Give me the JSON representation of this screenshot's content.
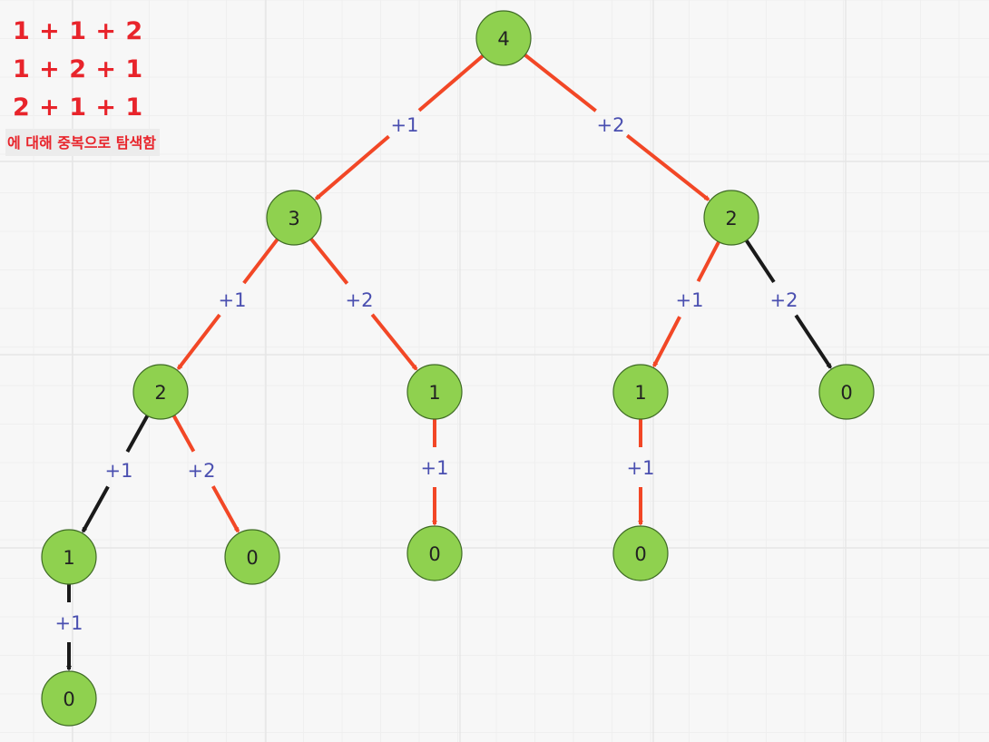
{
  "notes": {
    "combos": [
      "1 + 1 + 2",
      "1 + 2 + 1",
      "2 + 1 + 1"
    ],
    "caption": "에 대해 중복으로 탐색함"
  },
  "colors": {
    "background": "#f7f7f7",
    "grid": "#e6e6e6",
    "node_fill": "#8fd14f",
    "node_stroke": "#3f6b25",
    "edge_highlight": "#f24726",
    "edge_normal": "#1a1a1a",
    "edge_label": "#4a4fb0",
    "note_text": "#e8242b"
  },
  "tree": {
    "nodes": [
      {
        "id": "n4",
        "label": "4"
      },
      {
        "id": "n3",
        "label": "3"
      },
      {
        "id": "n2r",
        "label": "2"
      },
      {
        "id": "n2l",
        "label": "2"
      },
      {
        "id": "n1a",
        "label": "1"
      },
      {
        "id": "n1b",
        "label": "1"
      },
      {
        "id": "n0a",
        "label": "0"
      },
      {
        "id": "n1c",
        "label": "1"
      },
      {
        "id": "n0b",
        "label": "0"
      },
      {
        "id": "n0c",
        "label": "0"
      },
      {
        "id": "n0d",
        "label": "0"
      },
      {
        "id": "n0e",
        "label": "0"
      },
      {
        "id": "n0f",
        "label": "0"
      }
    ],
    "edges": [
      {
        "from": "n4",
        "to": "n3",
        "label": "+1",
        "highlight": true
      },
      {
        "from": "n4",
        "to": "n2r",
        "label": "+2",
        "highlight": true
      },
      {
        "from": "n3",
        "to": "n2l",
        "label": "+1",
        "highlight": true
      },
      {
        "from": "n3",
        "to": "n1a",
        "label": "+2",
        "highlight": true
      },
      {
        "from": "n2r",
        "to": "n1b",
        "label": "+1",
        "highlight": true
      },
      {
        "from": "n2r",
        "to": "n0a",
        "label": "+2",
        "highlight": false
      },
      {
        "from": "n2l",
        "to": "n1c",
        "label": "+1",
        "highlight": false
      },
      {
        "from": "n2l",
        "to": "n0b",
        "label": "+2",
        "highlight": true
      },
      {
        "from": "n1a",
        "to": "n0c",
        "label": "+1",
        "highlight": true
      },
      {
        "from": "n1b",
        "to": "n0d",
        "label": "+1",
        "highlight": true
      },
      {
        "from": "n1c",
        "to": "n0e",
        "label": "+1",
        "highlight": false
      }
    ]
  }
}
